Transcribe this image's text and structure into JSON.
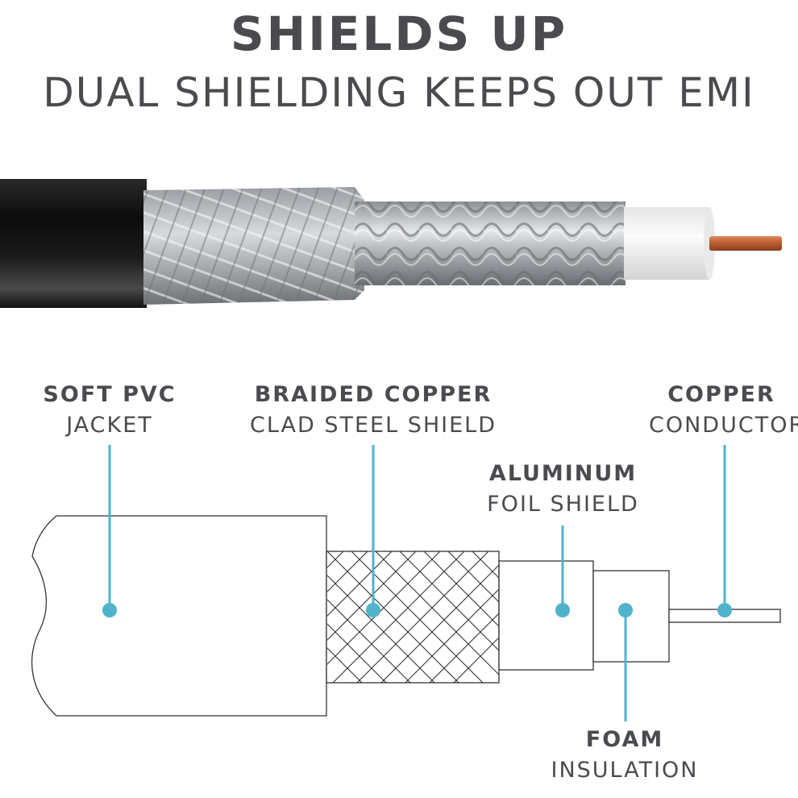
{
  "header": {
    "title": "SHIELDS UP",
    "subtitle": "DUAL SHIELDING KEEPS OUT EMI"
  },
  "labels": {
    "jacket": {
      "name": "SOFT PVC",
      "desc": "JACKET"
    },
    "braid": {
      "name": "BRAIDED COPPER",
      "desc": "CLAD STEEL SHIELD"
    },
    "conductor": {
      "name": "COPPER",
      "desc": "CONDUCTOR"
    },
    "foil": {
      "name": "ALUMINUM",
      "desc": "FOIL SHIELD"
    },
    "foam": {
      "name": "FOAM",
      "desc": "INSULATION"
    }
  },
  "colors": {
    "text": "#4a4a4f",
    "callout": "#4fb3cc",
    "outline": "#333333",
    "jacket": "#141414",
    "braid": "#b9bcc0",
    "foam": "#f2f2f2",
    "copper": "#c8663a"
  }
}
